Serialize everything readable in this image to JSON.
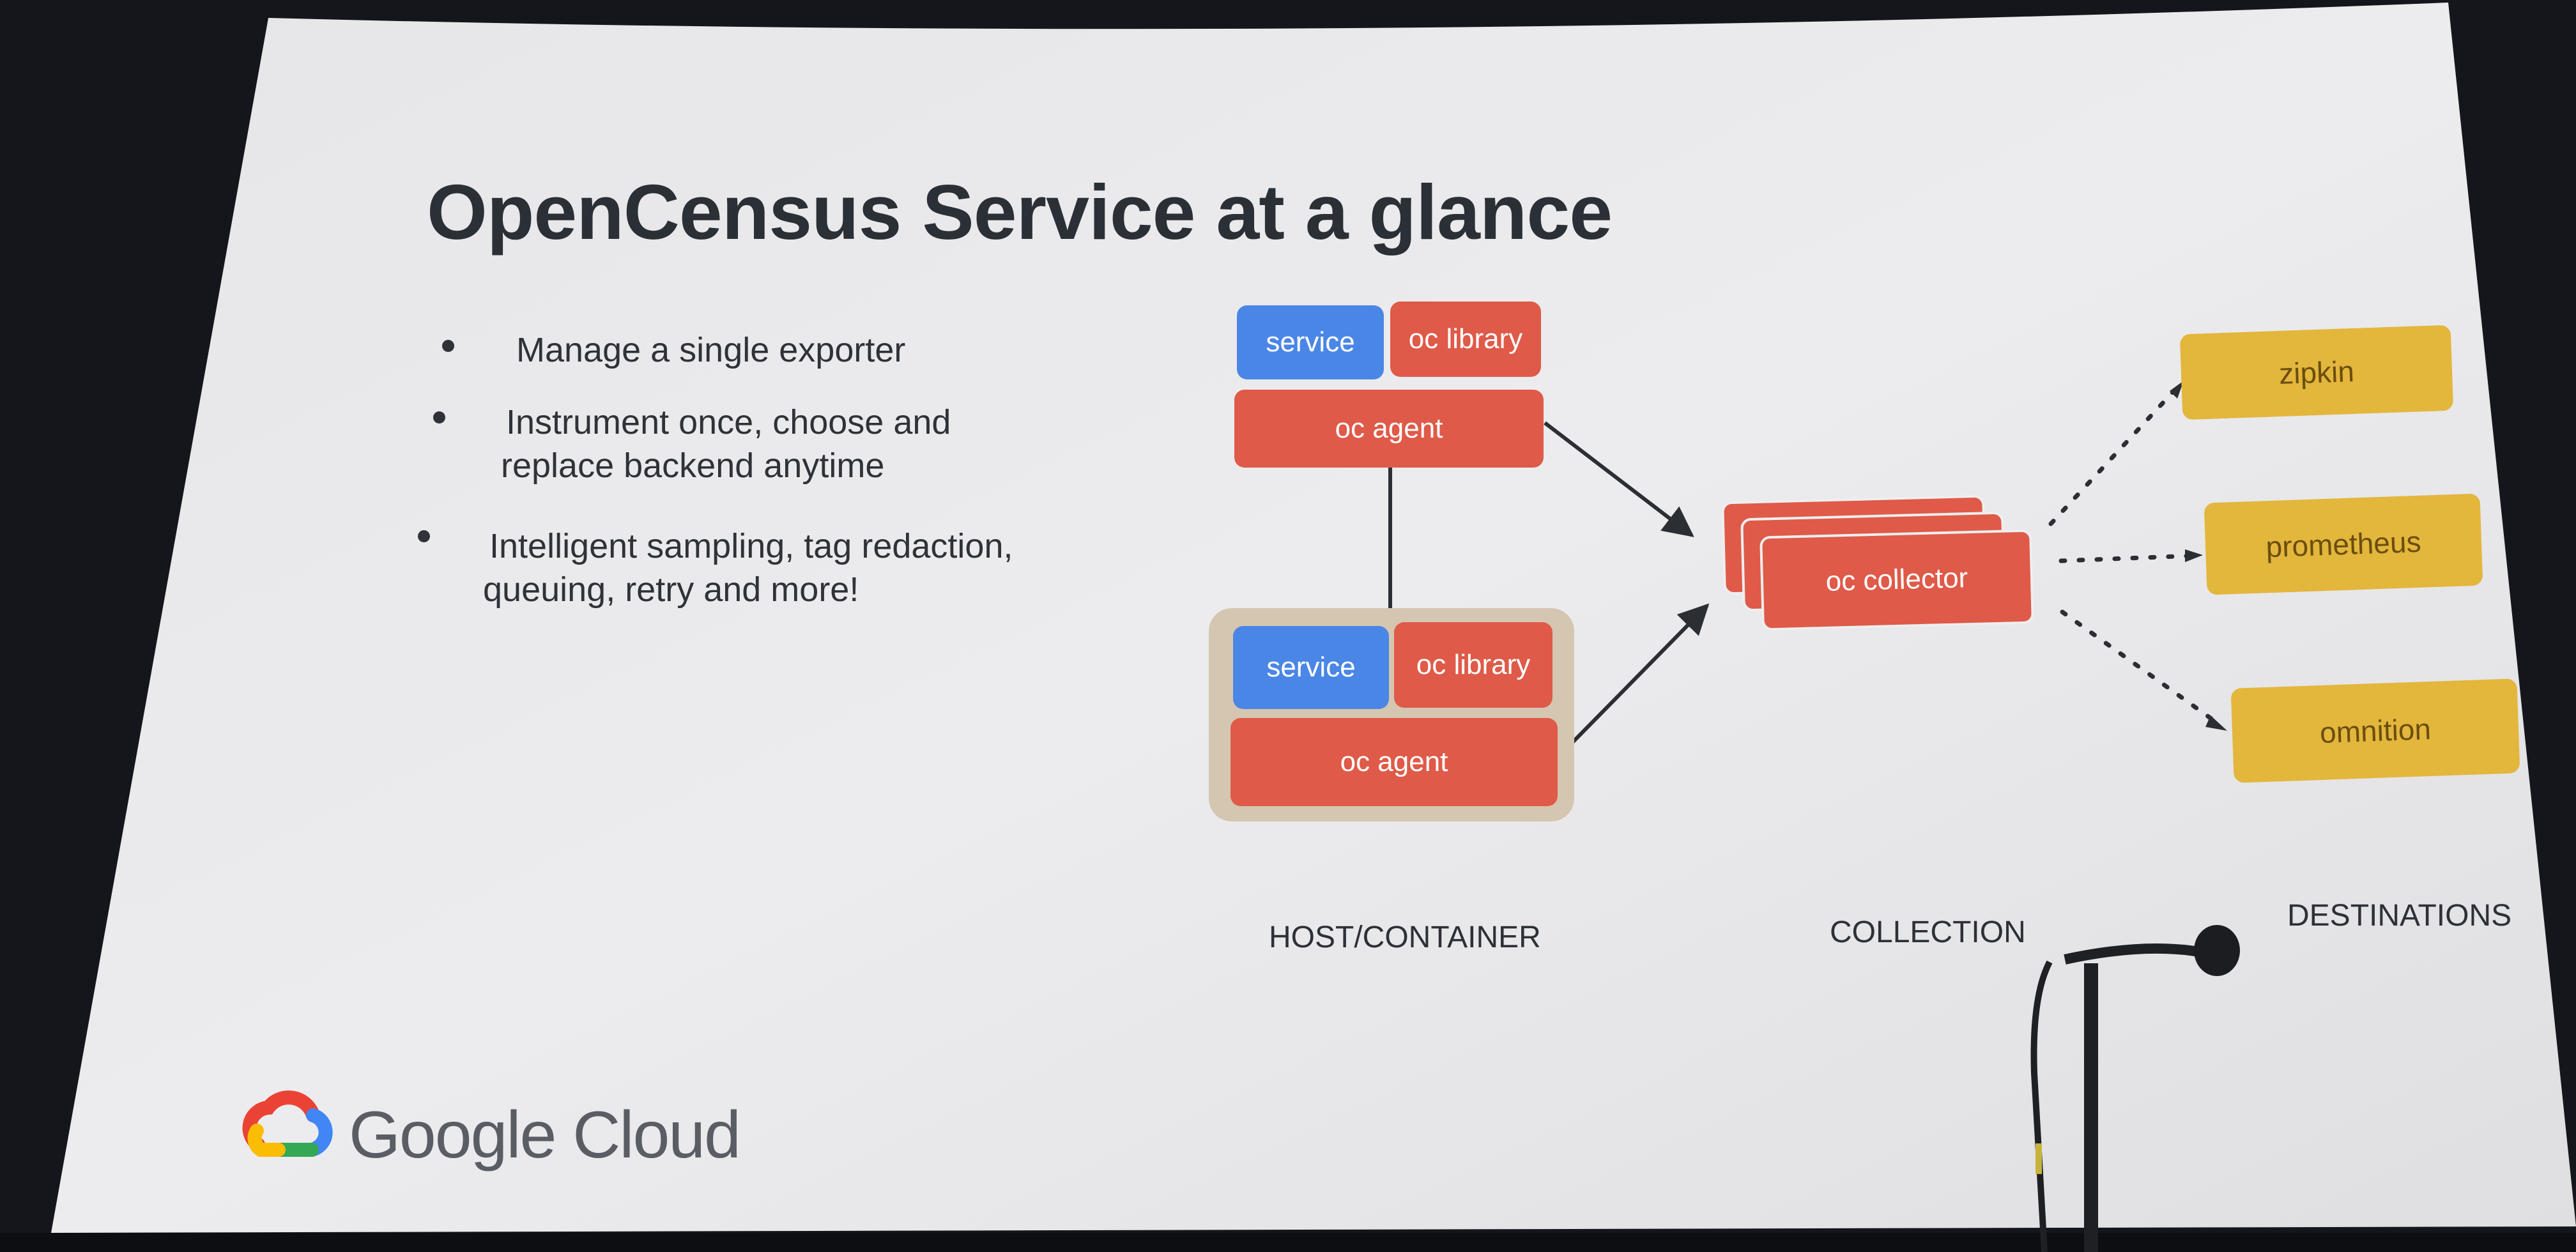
{
  "slide": {
    "title": "OpenCensus Service at a glance",
    "bullets": [
      "Manage a single exporter",
      "Instrument once, choose and",
      "replace backend anytime",
      "Intelligent sampling, tag redaction,",
      "queuing, retry and more!"
    ]
  },
  "diagram": {
    "host_top": {
      "service": "service",
      "library": "oc library",
      "agent": "oc agent"
    },
    "host_bottom": {
      "service": "service",
      "library": "oc library",
      "agent": "oc agent"
    },
    "collector": "oc collector",
    "destinations": [
      "zipkin",
      "prometheus",
      "omnition"
    ],
    "section_labels": {
      "host": "HOST/CONTAINER",
      "collection": "COLLECTION",
      "destinations": "DESTINATIONS"
    }
  },
  "logo": {
    "text": "Google Cloud"
  },
  "colors": {
    "service_blue": "#4a86e6",
    "agent_red": "#df5a48",
    "destination_gold": "#e3b63c",
    "logo_blue": "#4285f4",
    "logo_red": "#ea4335",
    "logo_yellow": "#fbbc04",
    "logo_green": "#34a853"
  }
}
